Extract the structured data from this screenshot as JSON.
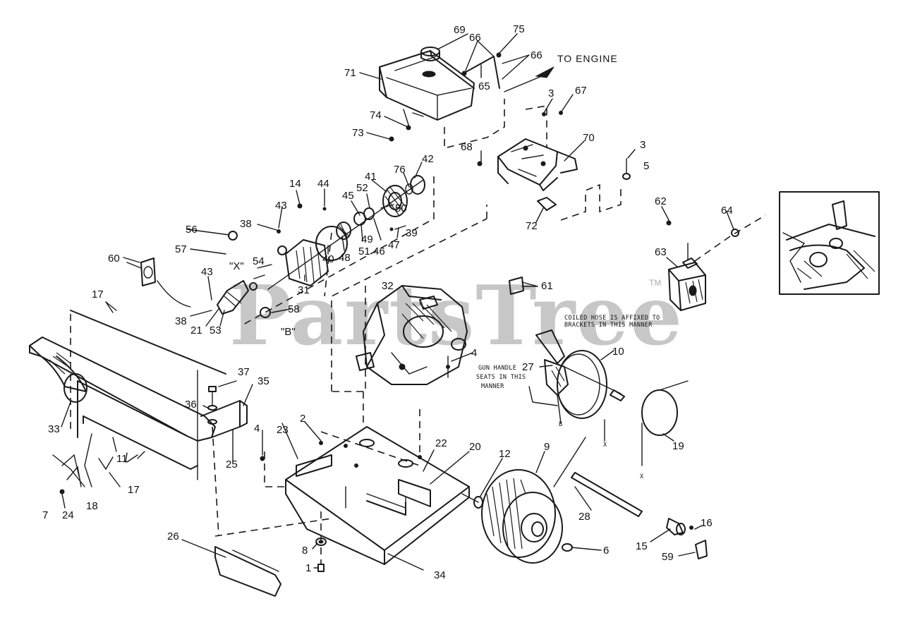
{
  "watermark": {
    "text": "PartsTree",
    "tm": "TM"
  },
  "notes": {
    "to_engine": "TO ENGINE",
    "coiled_hose_1": "COILED HOSE IS AFFIXED TO",
    "coiled_hose_2": "BRACKETS IN THIS MANNER",
    "gun_handle_1": "GUN HANDLE",
    "gun_handle_2": "SEATS IN THIS",
    "gun_handle_3": "MANNER",
    "ref_x1": "\"X\"",
    "ref_b1": "\"B\"",
    "ref_x2": "X",
    "ref_b2": "B",
    "ref_x3": "X"
  },
  "callouts": [
    {
      "id": "c1",
      "label": "1"
    },
    {
      "id": "c2",
      "label": "2"
    },
    {
      "id": "c3a",
      "label": "3"
    },
    {
      "id": "c3b",
      "label": "3"
    },
    {
      "id": "c4a",
      "label": "4"
    },
    {
      "id": "c4b",
      "label": "4"
    },
    {
      "id": "c5",
      "label": "5"
    },
    {
      "id": "c6",
      "label": "6"
    },
    {
      "id": "c7",
      "label": "7"
    },
    {
      "id": "c8",
      "label": "8"
    },
    {
      "id": "c9",
      "label": "9"
    },
    {
      "id": "c10",
      "label": "10"
    },
    {
      "id": "c11",
      "label": "11"
    },
    {
      "id": "c12",
      "label": "12"
    },
    {
      "id": "c14",
      "label": "14"
    },
    {
      "id": "c15",
      "label": "15"
    },
    {
      "id": "c16",
      "label": "16"
    },
    {
      "id": "c17a",
      "label": "17"
    },
    {
      "id": "c17b",
      "label": "17"
    },
    {
      "id": "c18",
      "label": "18"
    },
    {
      "id": "c19",
      "label": "19"
    },
    {
      "id": "c20",
      "label": "20"
    },
    {
      "id": "c21",
      "label": "21"
    },
    {
      "id": "c22",
      "label": "22"
    },
    {
      "id": "c23",
      "label": "23"
    },
    {
      "id": "c24",
      "label": "24"
    },
    {
      "id": "c25",
      "label": "25"
    },
    {
      "id": "c26",
      "label": "26"
    },
    {
      "id": "c27",
      "label": "27"
    },
    {
      "id": "c28",
      "label": "28"
    },
    {
      "id": "c31",
      "label": "31"
    },
    {
      "id": "c32",
      "label": "32"
    },
    {
      "id": "c33",
      "label": "33"
    },
    {
      "id": "c34",
      "label": "34"
    },
    {
      "id": "c35",
      "label": "35"
    },
    {
      "id": "c36",
      "label": "36"
    },
    {
      "id": "c37",
      "label": "37"
    },
    {
      "id": "c38a",
      "label": "38"
    },
    {
      "id": "c38b",
      "label": "38"
    },
    {
      "id": "c39",
      "label": "39"
    },
    {
      "id": "c40",
      "label": "40"
    },
    {
      "id": "c41",
      "label": "41"
    },
    {
      "id": "c42",
      "label": "42"
    },
    {
      "id": "c43a",
      "label": "43"
    },
    {
      "id": "c43b",
      "label": "43"
    },
    {
      "id": "c44",
      "label": "44"
    },
    {
      "id": "c45",
      "label": "45"
    },
    {
      "id": "c46",
      "label": "46"
    },
    {
      "id": "c47",
      "label": "47"
    },
    {
      "id": "c48",
      "label": "48"
    },
    {
      "id": "c49",
      "label": "49"
    },
    {
      "id": "c50",
      "label": "50"
    },
    {
      "id": "c51",
      "label": "51"
    },
    {
      "id": "c52",
      "label": "52"
    },
    {
      "id": "c53",
      "label": "53"
    },
    {
      "id": "c54",
      "label": "54"
    },
    {
      "id": "c56",
      "label": "56"
    },
    {
      "id": "c57",
      "label": "57"
    },
    {
      "id": "c58",
      "label": "58"
    },
    {
      "id": "c59",
      "label": "59"
    },
    {
      "id": "c60",
      "label": "60"
    },
    {
      "id": "c61",
      "label": "61"
    },
    {
      "id": "c62",
      "label": "62"
    },
    {
      "id": "c63",
      "label": "63"
    },
    {
      "id": "c64",
      "label": "64"
    },
    {
      "id": "c65",
      "label": "65"
    },
    {
      "id": "c66a",
      "label": "66"
    },
    {
      "id": "c66b",
      "label": "66"
    },
    {
      "id": "c67",
      "label": "67"
    },
    {
      "id": "c68",
      "label": "68"
    },
    {
      "id": "c69",
      "label": "69"
    },
    {
      "id": "c70",
      "label": "70"
    },
    {
      "id": "c71",
      "label": "71"
    },
    {
      "id": "c72",
      "label": "72"
    },
    {
      "id": "c73",
      "label": "73"
    },
    {
      "id": "c74",
      "label": "74"
    },
    {
      "id": "c75",
      "label": "75"
    },
    {
      "id": "c76",
      "label": "76"
    }
  ]
}
